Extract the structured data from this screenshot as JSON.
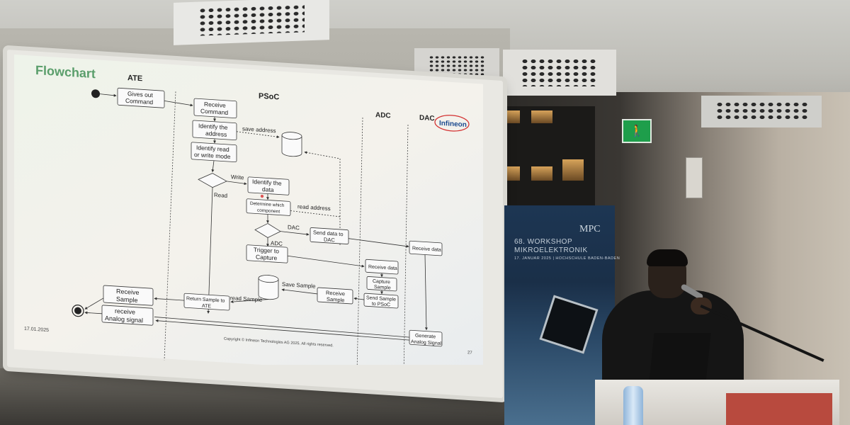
{
  "slide": {
    "title": "Flowchart",
    "lane_ate": "ATE",
    "lane_psoc": "PSoC",
    "lane_adc": "ADC",
    "lane_dac": "DAC",
    "logo": "Infineon",
    "page_number": "27",
    "date": "17.01.2025",
    "copyright": "Copyright © Infineon Technologies AG 2025. All rights reserved.",
    "nodes": {
      "gives_out_1": "Gives out",
      "gives_out_2": "Command",
      "receive_cmd_1": "Receive",
      "receive_cmd_2": "Command",
      "identify_addr_1": "Identify the",
      "identify_addr_2": "address",
      "identify_mode_1": "Identify read",
      "identify_mode_2": "or write mode",
      "identify_data_1": "Identify the",
      "identify_data_2": "data",
      "determine_1": "Determine which",
      "determine_2": "component",
      "send_dac_1": "Send data to",
      "send_dac_2": "DAC",
      "trigger_1": "Trigger to",
      "trigger_2": "Capture",
      "receive_data_dac": "Receive data",
      "receive_data_adc": "Receive data",
      "capture_1": "Capture",
      "capture_2": "Sample",
      "send_psoc_1": "Send Sample",
      "send_psoc_2": "to PSoC",
      "receive_sample_psoc_1": "Receive",
      "receive_sample_psoc_2": "Sample",
      "return_sample_1": "Return Sample to",
      "return_sample_2": "ATE",
      "receive_sample_ate_1": "Receive",
      "receive_sample_ate_2": "Sample",
      "receive_analog_1": "receive",
      "receive_analog_2": "Analog signal",
      "generate_1": "Generate",
      "generate_2": "Analog Signal"
    },
    "edges": {
      "save_address": "save address",
      "read_address": "read address",
      "write": "Write",
      "read": "Read",
      "dac": "DAC",
      "adc": "ADC",
      "save_sample": "Save Sample",
      "read_sample": "read Sample"
    }
  },
  "banner": {
    "logo": "MPC",
    "line1": "68. WORKSHOP",
    "line2": "MIKROELEKTRONIK",
    "line3": "17. JANUAR 2025 | HOCHSCHULE BADEN-BADEN"
  },
  "colors": {
    "slide_title": "#5a9e6b",
    "infineon_red": "#d32f2f",
    "infineon_blue": "#1c4b8f",
    "node_border": "#3a3a3a",
    "exit_green": "#1e9e4b"
  }
}
